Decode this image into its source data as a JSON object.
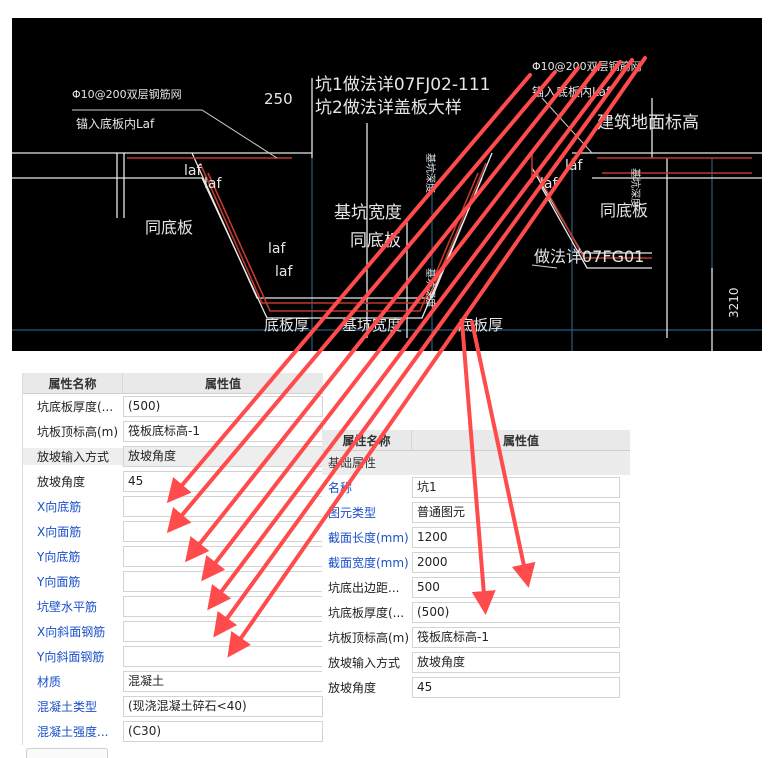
{
  "cad": {
    "texts": [
      {
        "text": "Φ10@200双层钢筋网"
      },
      {
        "text": "锚入底板内Laf"
      },
      {
        "text": "250"
      },
      {
        "text": "坑1做法详07FJ02-111"
      },
      {
        "text": "坑2做法详盖板大样"
      },
      {
        "text": "Φ10@200双层钢筋网"
      },
      {
        "text": "锚入底板内Laf"
      },
      {
        "text": "建筑地面标高"
      },
      {
        "text": "laf"
      },
      {
        "text": "laf"
      },
      {
        "text": "同底板"
      },
      {
        "text": "基坑宽度"
      },
      {
        "text": "同底板"
      },
      {
        "text": "laf"
      },
      {
        "text": "laf"
      },
      {
        "text": "laf"
      },
      {
        "text": "laf"
      },
      {
        "text": "同底板"
      },
      {
        "text": "做法详07FG01"
      },
      {
        "text": "底板厚"
      },
      {
        "text": "基坑宽度"
      },
      {
        "text": "底板厚"
      },
      {
        "text": "3210"
      },
      {
        "text": "基坑深度"
      },
      {
        "text": "基坑深度"
      },
      {
        "text": "基坑深度"
      }
    ]
  },
  "left_panel": {
    "header": {
      "name": "属性名称",
      "value": "属性值"
    },
    "rows": [
      {
        "label": "坑底板厚度(...",
        "value": "(500)",
        "blue": false,
        "shaded": false
      },
      {
        "label": "坑板顶标高(m)",
        "value": "筏板底标高-1",
        "blue": false,
        "shaded": false
      },
      {
        "label": "放坡输入方式",
        "value": "放坡角度",
        "blue": false,
        "shaded": true
      },
      {
        "label": "放坡角度",
        "value": "45",
        "blue": false,
        "shaded": false
      },
      {
        "label": "X向底筋",
        "value": "",
        "blue": true,
        "shaded": false
      },
      {
        "label": "X向面筋",
        "value": "",
        "blue": true,
        "shaded": false
      },
      {
        "label": "Y向底筋",
        "value": "",
        "blue": true,
        "shaded": false
      },
      {
        "label": "Y向面筋",
        "value": "",
        "blue": true,
        "shaded": false
      },
      {
        "label": "坑壁水平筋",
        "value": "",
        "blue": true,
        "shaded": false
      },
      {
        "label": "X向斜面钢筋",
        "value": "",
        "blue": true,
        "shaded": false
      },
      {
        "label": "Y向斜面钢筋",
        "value": "",
        "blue": true,
        "shaded": false
      },
      {
        "label": "材质",
        "value": "混凝土",
        "blue": true,
        "shaded": false
      },
      {
        "label": "混凝土类型",
        "value": "(现浇混凝土碎石<40)",
        "blue": true,
        "shaded": false
      },
      {
        "label": "混凝土强度...",
        "value": "(C30)",
        "blue": true,
        "shaded": false
      }
    ]
  },
  "right_panel": {
    "header": {
      "name": "属性名称",
      "value": "属性值"
    },
    "group": "基础属性",
    "rows": [
      {
        "label": "名称",
        "value": "坑1",
        "blue": true,
        "shaded": false
      },
      {
        "label": "图元类型",
        "value": "普通图元",
        "blue": true,
        "shaded": false
      },
      {
        "label": "截面长度(mm)",
        "value": "1200",
        "blue": true,
        "shaded": false
      },
      {
        "label": "截面宽度(mm)",
        "value": "2000",
        "blue": true,
        "shaded": false
      },
      {
        "label": "坑底出边距...",
        "value": "500",
        "blue": false,
        "shaded": false
      },
      {
        "label": "坑底板厚度(...",
        "value": "(500)",
        "blue": false,
        "shaded": false
      },
      {
        "label": "坑板顶标高(m)",
        "value": "筏板底标高-1",
        "blue": false,
        "shaded": false
      },
      {
        "label": "放坡输入方式",
        "value": "放坡角度",
        "blue": false,
        "shaded": false
      },
      {
        "label": "放坡角度",
        "value": "45",
        "blue": false,
        "shaded": false
      }
    ]
  },
  "colors": {
    "cad_background": "#000000",
    "cad_text": "#e6e6e6",
    "cad_rebar": "#c0392b",
    "cad_structure": "#e8e8e8",
    "annotation_arrow": "#ff4b4b",
    "label_blue": "#1a4fc9"
  }
}
